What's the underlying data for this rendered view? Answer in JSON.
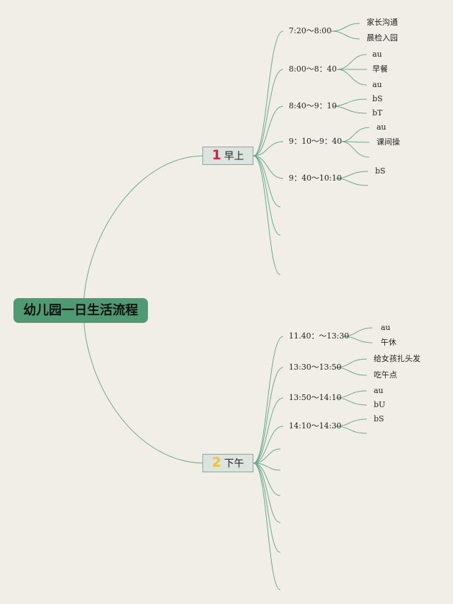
{
  "root": {
    "title": "幼儿园一日生活流程"
  },
  "morning": {
    "number": "1",
    "number_color": "#d8213a",
    "label": "早上",
    "times": [
      "7:20～8:00",
      "8:00～8：40",
      "8:40～9：10",
      "9：10～9：40",
      "9：40～10:10"
    ],
    "details": [
      [
        "家长沟通",
        "晨检入园"
      ],
      [
        "au",
        "早餐",
        "au"
      ],
      [
        "bS",
        "bT"
      ],
      [
        "au",
        "课间操"
      ],
      [
        "bS"
      ]
    ]
  },
  "afternoon": {
    "number": "2",
    "number_color": "#f2c22b",
    "label": "下午",
    "times": [
      "11.40：～13:30",
      "13:30～13:50",
      "13:50～14:10",
      "14:10～14:30"
    ],
    "details": [
      [
        "au",
        "午休"
      ],
      [
        "给女孩扎头发",
        "吃午点"
      ],
      [
        "au",
        "bU"
      ],
      [
        "bS"
      ]
    ]
  },
  "colors": {
    "line": "#6aa98a",
    "root_bg": "#4f9a72",
    "background": "#f1eee8"
  }
}
